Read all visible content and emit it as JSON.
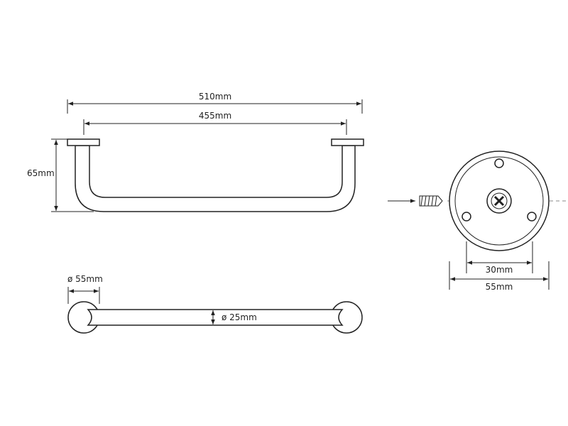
{
  "dimensions": {
    "overall_length": "510mm",
    "center_distance": "455mm",
    "projection": "65mm",
    "flange_diameter": "ø 55mm",
    "tube_diameter": "ø 25mm",
    "hole_spacing": "30mm",
    "plate_diameter": "55mm"
  },
  "colors": {
    "line": "#222222",
    "background": "#ffffff"
  }
}
